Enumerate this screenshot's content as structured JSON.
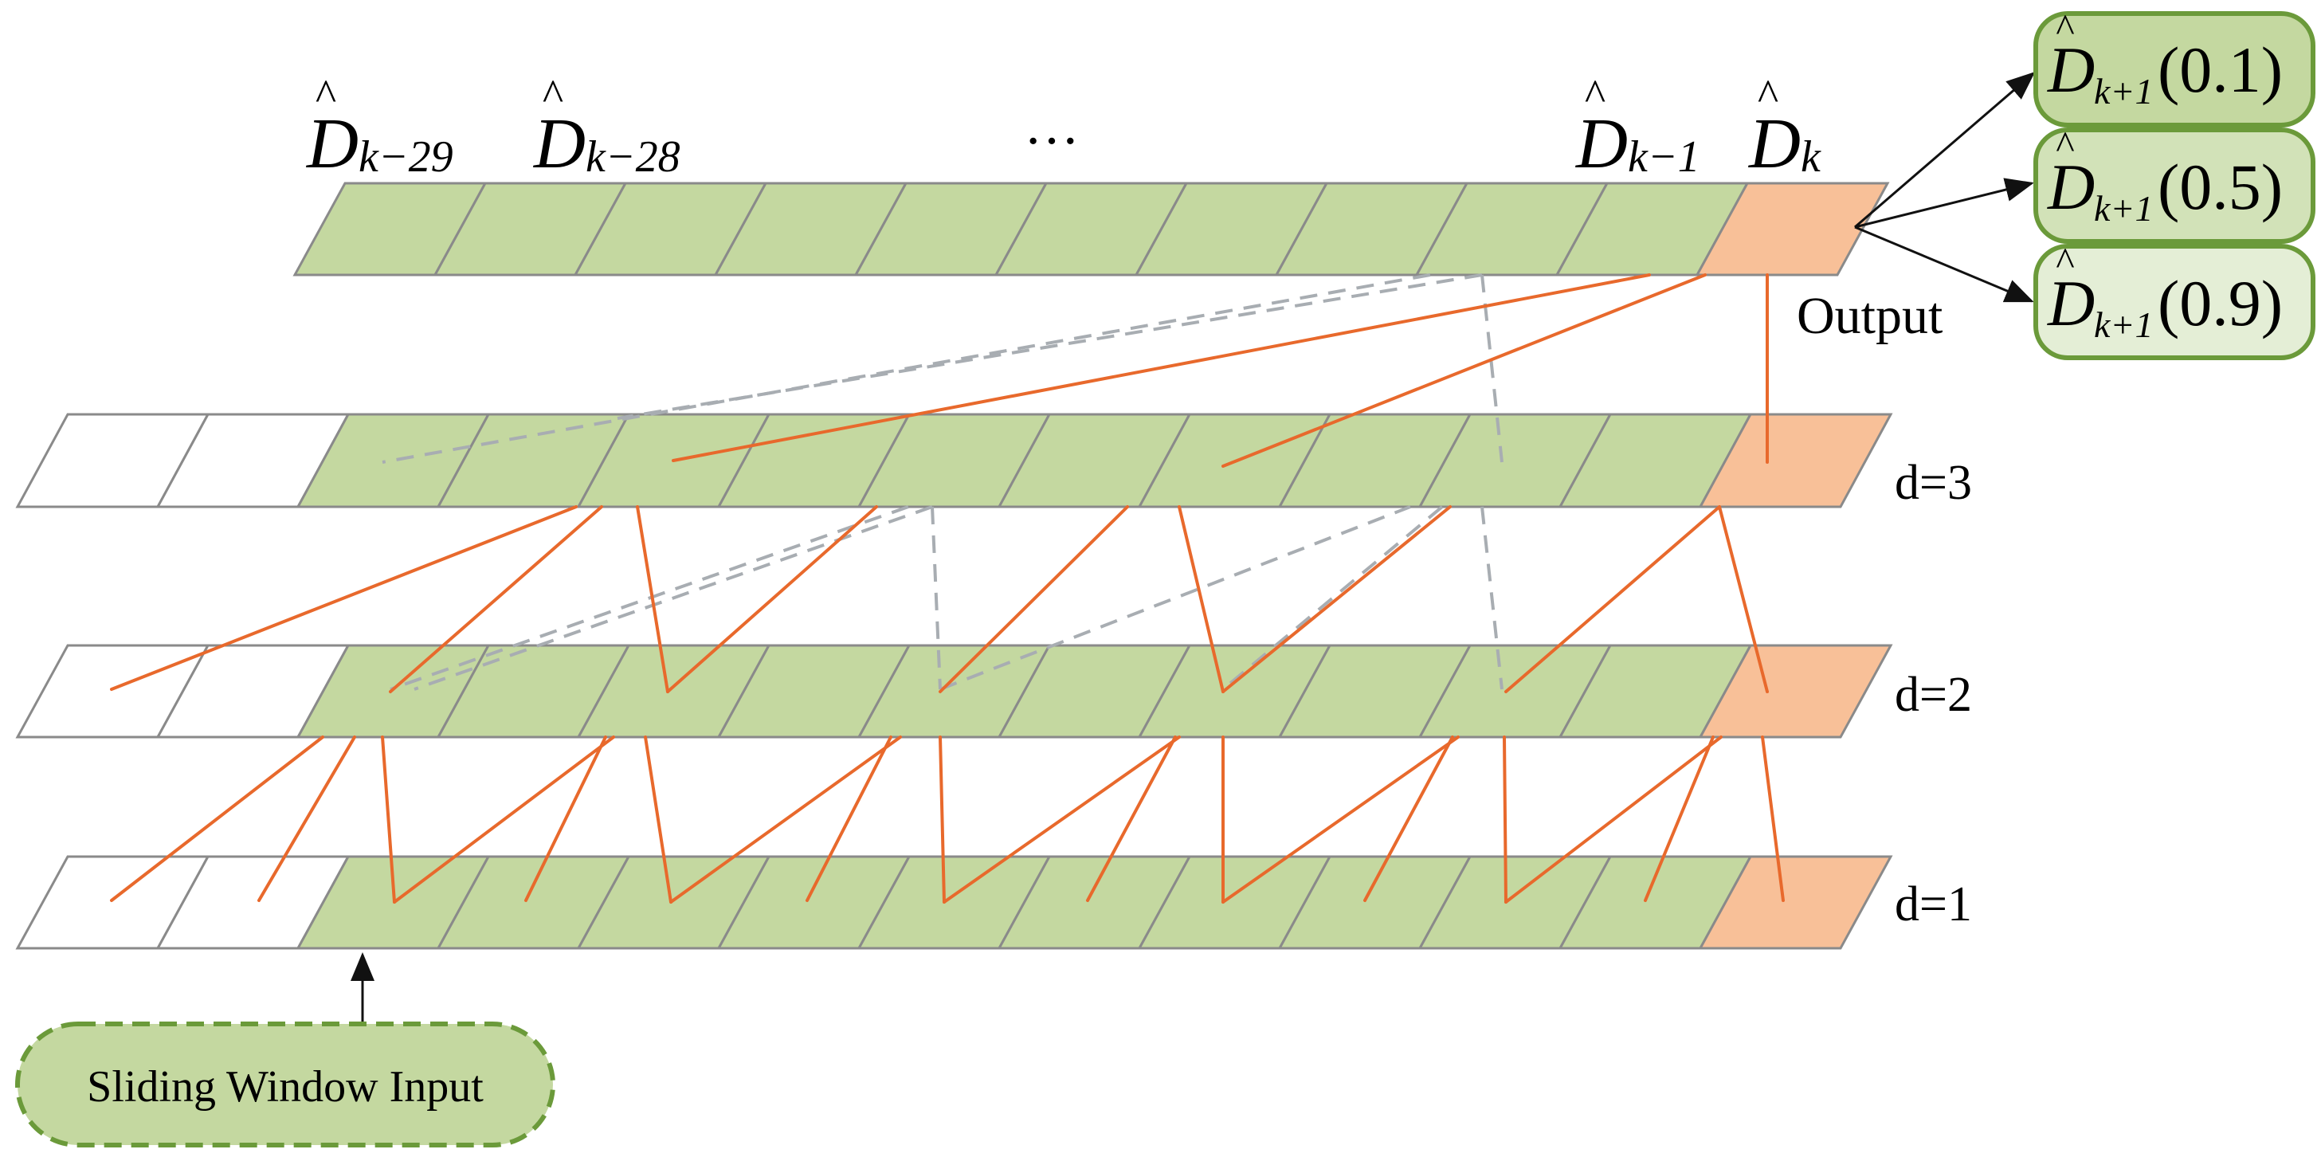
{
  "labels": {
    "top": [
      {
        "base": "D",
        "sub": "k−29"
      },
      {
        "base": "D",
        "sub": "k−28"
      },
      {
        "base": "D",
        "sub": "k−1"
      },
      {
        "base": "D",
        "sub": "k"
      }
    ],
    "ellipsis": "···",
    "output": "Output",
    "layers": [
      "d=3",
      "d=2",
      "d=1"
    ],
    "input": "Sliding Window Input",
    "quantiles": [
      {
        "base": "D",
        "sub": "k+1",
        "arg": "(0.1)"
      },
      {
        "base": "D",
        "sub": "k+1",
        "arg": "(0.5)"
      },
      {
        "base": "D",
        "sub": "k+1",
        "arg": "(0.9)"
      }
    ]
  },
  "colors": {
    "cell_green": "#c4d8a0",
    "cell_orange": "#f8c098",
    "cell_border": "#8a8a8a",
    "line_orange": "#e8692c",
    "line_dashed": "#a8adb2",
    "quantile_fill": "#c4d8a0",
    "quantile_fill_light": "#e4eed6",
    "quantile_border": "#6b9a3a",
    "input_fill": "#c4d8a0",
    "input_border": "#6b9a3a"
  }
}
